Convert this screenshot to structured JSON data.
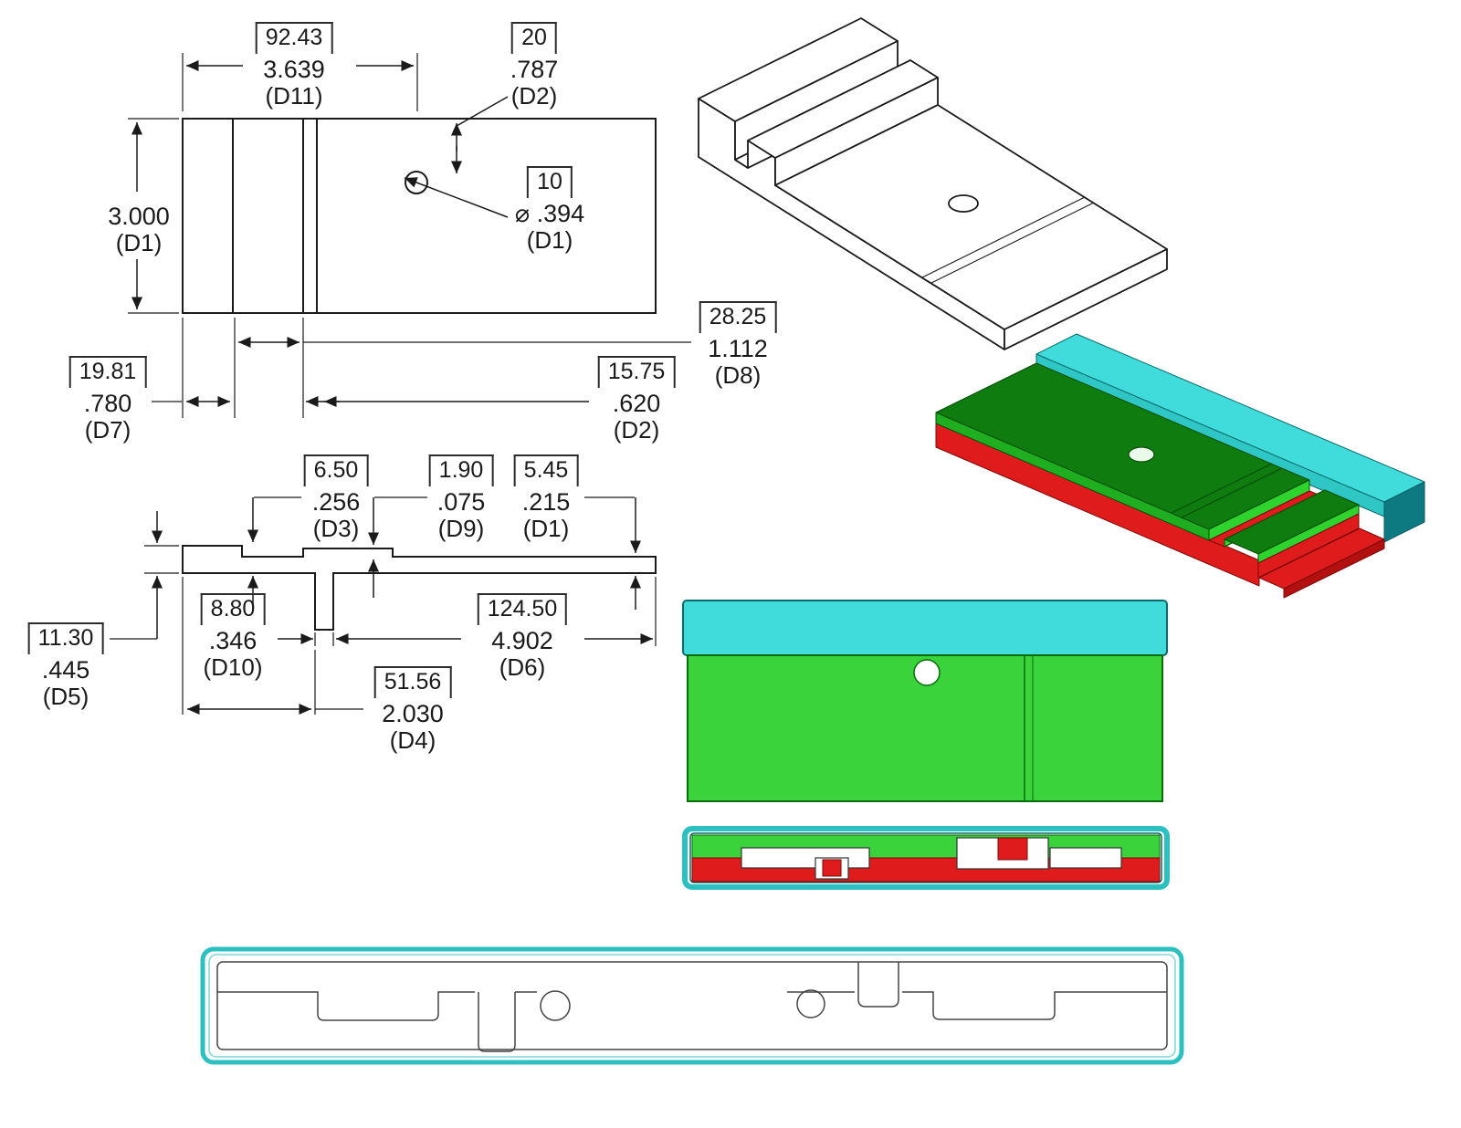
{
  "palette": {
    "ink": "#1a1a1a",
    "green_top": "#0e7c0e",
    "green_side": "#1fae1f",
    "green_bright": "#2ed32e",
    "green_body": "#3bd33b",
    "cyan": "#40dcdc",
    "cyan_front": "#2fc6c6",
    "cyan_dark": "#0d7a82",
    "cyan_border": "#2cc0c0",
    "red": "#e01b1b",
    "red_dark": "#b51010"
  },
  "dimensions": {
    "d11": {
      "metric": "92.43",
      "inch": "3.639",
      "ref": "(D11)"
    },
    "d2_top": {
      "metric": "20",
      "inch": ".787",
      "ref": "(D2)"
    },
    "d1_height": {
      "inch": "3.000",
      "ref": "(D1)"
    },
    "d1_hole": {
      "metric": "10",
      "inch": "⌀ .394",
      "ref": "(D1)"
    },
    "d8": {
      "metric": "28.25",
      "inch": "1.112",
      "ref": "(D8)"
    },
    "d7": {
      "metric": "19.81",
      "inch": ".780",
      "ref": "(D7)"
    },
    "d2_bottom": {
      "metric": "15.75",
      "inch": ".620",
      "ref": "(D2)"
    },
    "d3": {
      "metric": "6.50",
      "inch": ".256",
      "ref": "(D3)"
    },
    "d9": {
      "metric": "1.90",
      "inch": ".075",
      "ref": "(D9)"
    },
    "d1_side": {
      "metric": "5.45",
      "inch": ".215",
      "ref": "(D1)"
    },
    "d5": {
      "metric": "11.30",
      "inch": ".445",
      "ref": "(D5)"
    },
    "d10": {
      "metric": "8.80",
      "inch": ".346",
      "ref": "(D10)"
    },
    "d6": {
      "metric": "124.50",
      "inch": "4.902",
      "ref": "(D6)"
    },
    "d4": {
      "metric": "51.56",
      "inch": "2.030",
      "ref": "(D4)"
    }
  }
}
